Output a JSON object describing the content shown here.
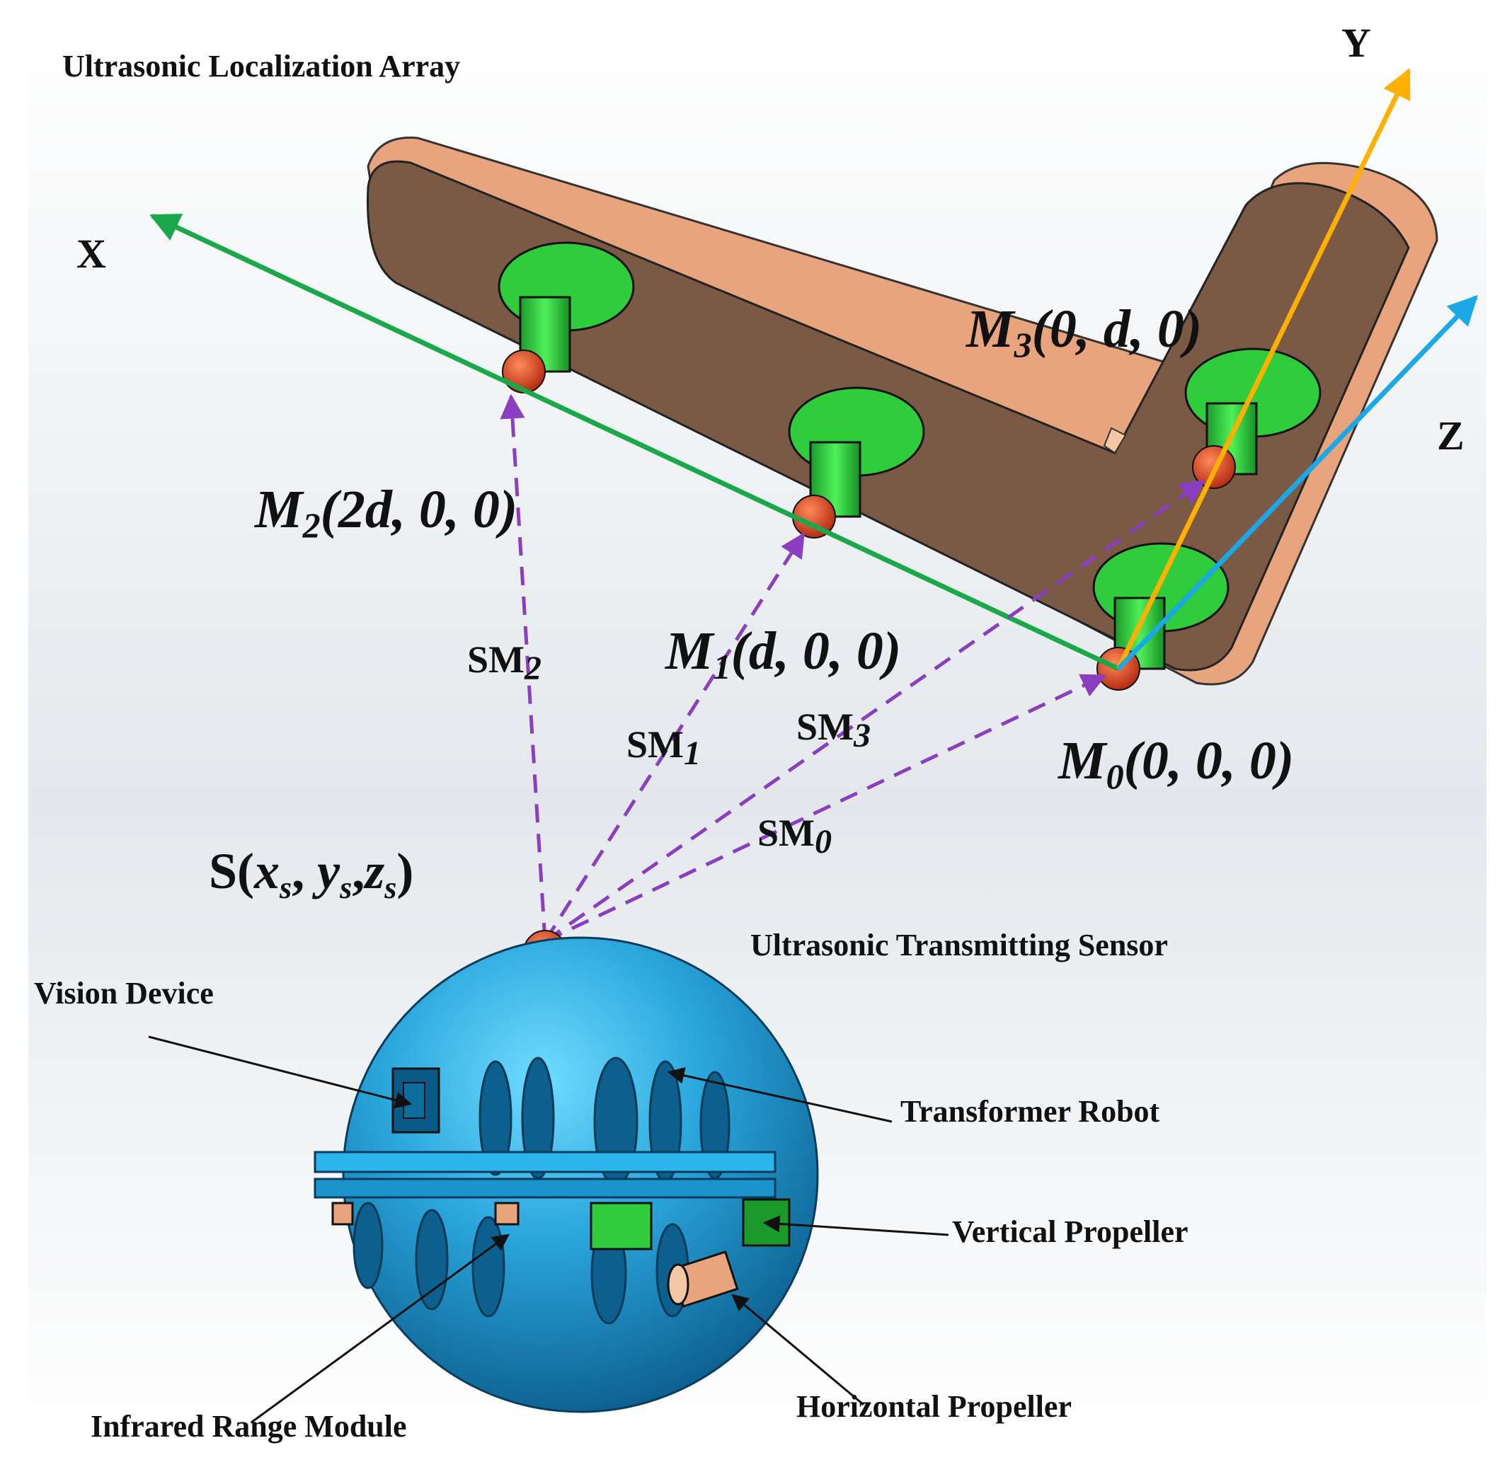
{
  "labels": {
    "array_title": "Ultrasonic Localization Array",
    "sensor_title": "Ultrasonic Transmitting Sensor",
    "axis_x": "X",
    "axis_y": "Y",
    "axis_z": "Z",
    "vision_device": "Vision Device",
    "transformer_robot": "Transformer Robot",
    "vertical_propeller": "Vertical Propeller",
    "horizontal_propeller": "Horizontal Propeller",
    "infrared_module": "Infrared Range Module"
  },
  "mics": [
    {
      "name": "M",
      "sub": "0",
      "coords": "(0, 0, 0)"
    },
    {
      "name": "M",
      "sub": "1",
      "coords": "(d, 0, 0)"
    },
    {
      "name": "M",
      "sub": "2",
      "coords": "(2d, 0, 0)"
    },
    {
      "name": "M",
      "sub": "3",
      "coords": "(0, d, 0)"
    }
  ],
  "distances": [
    {
      "name": "SM",
      "sub": "0"
    },
    {
      "name": "SM",
      "sub": "1"
    },
    {
      "name": "SM",
      "sub": "2"
    },
    {
      "name": "SM",
      "sub": "3"
    }
  ],
  "source": {
    "prefix": "S(",
    "x": "x",
    "y": "y",
    "z": "z",
    "sub": "s",
    "sep1": ", ",
    "sep2": ",",
    "suffix": ")"
  },
  "colors": {
    "plate": "#7a5a45",
    "plate_edge": "#e8a47c",
    "mic_green": "#22cc33",
    "mic_tip": "#d63b1c",
    "axis_x": "#1aa84a",
    "axis_y": "#ffb000",
    "axis_z": "#1aa8e8",
    "dash": "#8a3fc0",
    "robot": "#1f8fc8",
    "robot_light": "#39c3ee"
  }
}
